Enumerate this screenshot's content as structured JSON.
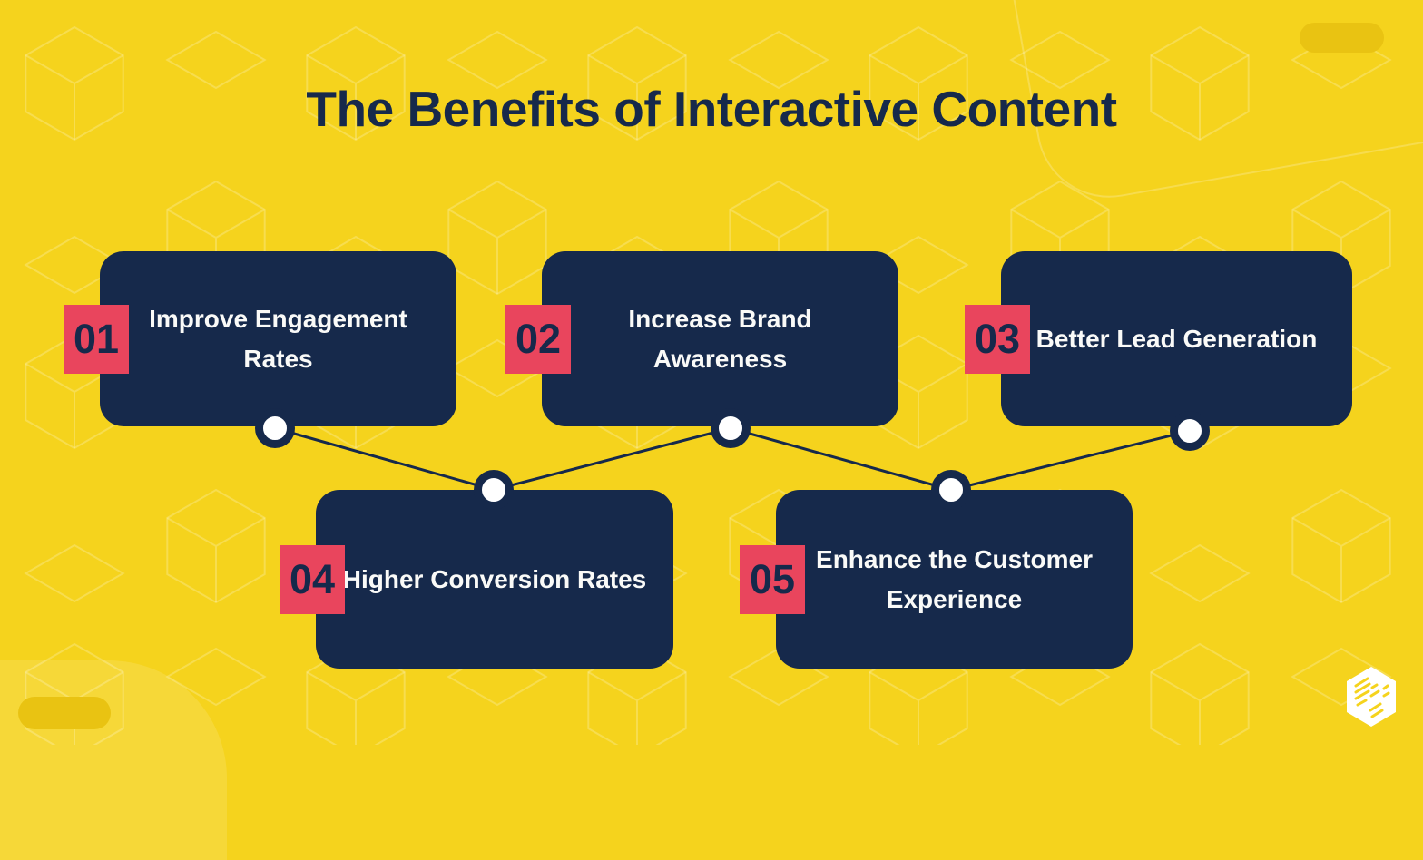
{
  "title": "The Benefits of Interactive Content",
  "items": [
    {
      "number": "01",
      "label": "Improve Engagement Rates"
    },
    {
      "number": "02",
      "label": "Increase Brand Awareness"
    },
    {
      "number": "03",
      "label": "Better Lead Generation"
    },
    {
      "number": "04",
      "label": "Higher Conversion Rates"
    },
    {
      "number": "05",
      "label": "Enhance the Customer Experience"
    }
  ],
  "icons": {
    "logo": "hexagon-cube-logo"
  },
  "colors": {
    "background": "#F5D31D",
    "pattern_line": "rgba(255,255,255,0.22)",
    "navy": "#16294B",
    "badge_red": "#E9455D",
    "card_text": "#FAFAF8",
    "connector_node_fill": "#FFFFFF",
    "corner_pill": "#E9C312"
  }
}
